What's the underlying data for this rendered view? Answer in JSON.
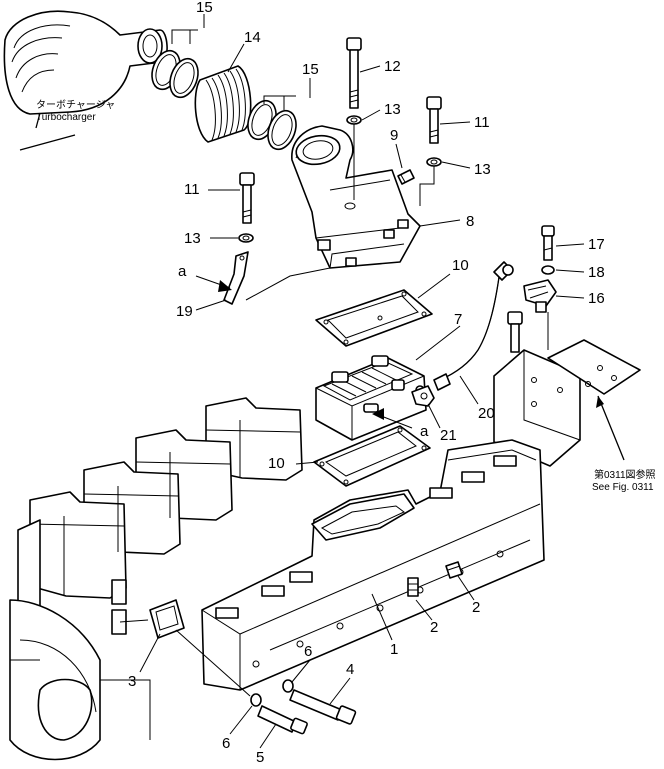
{
  "callouts": {
    "c15a": "15",
    "c14": "14",
    "c15b": "15",
    "c12": "12",
    "c13a": "13",
    "c11a": "11",
    "c9": "9",
    "c13b": "13",
    "c11b": "11",
    "c8": "8",
    "c13c": "13",
    "c17": "17",
    "c18": "18",
    "c16": "16",
    "ca1": "a",
    "c19": "19",
    "c10a": "10",
    "c7": "7",
    "c20": "20",
    "ca2": "a",
    "c21": "21",
    "c10b": "10",
    "c2a": "2",
    "c2b": "2",
    "c1": "1",
    "c6a": "6",
    "c4": "4",
    "c3": "3",
    "c6b": "6",
    "c5": "5"
  },
  "turbocharger": {
    "label_jp": "ターボチャージャ",
    "label_en": "Turbocharger"
  },
  "figref": {
    "label_jp": "第0311図参照",
    "label_en": "See Fig. 0311"
  }
}
